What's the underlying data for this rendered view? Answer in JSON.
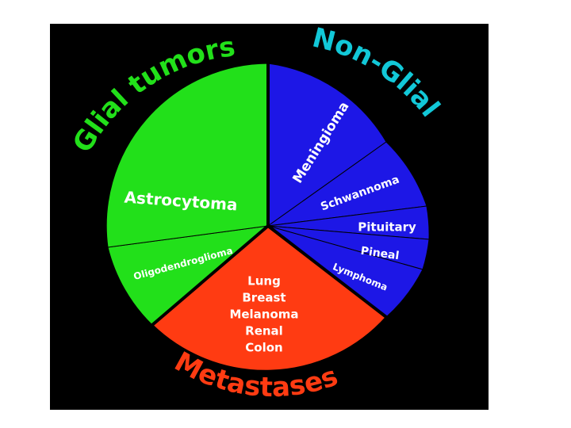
{
  "colors": {
    "background": "#000000",
    "glial": "#22e01a",
    "non_glial": "#1d17e6",
    "metastases": "#ff3b12",
    "non_glial_title": "#12c8d8",
    "label": "#ffffff"
  },
  "group_titles": {
    "glial": "Glial tumors",
    "non_glial": "Non-Glial",
    "metastases": "Metastases"
  },
  "segments": {
    "astrocytoma": "Astrocytoma",
    "oligodendroglioma": "Oligodendroglioma",
    "meningioma": "Meningioma",
    "schwannoma": "Schwannoma",
    "pituitary": "Pituitary",
    "pineal": "Pineal",
    "lymphoma": "Lymphoma",
    "metastases_list": [
      "Lung",
      "Breast",
      "Melanoma",
      "Renal",
      "Colon"
    ]
  }
}
